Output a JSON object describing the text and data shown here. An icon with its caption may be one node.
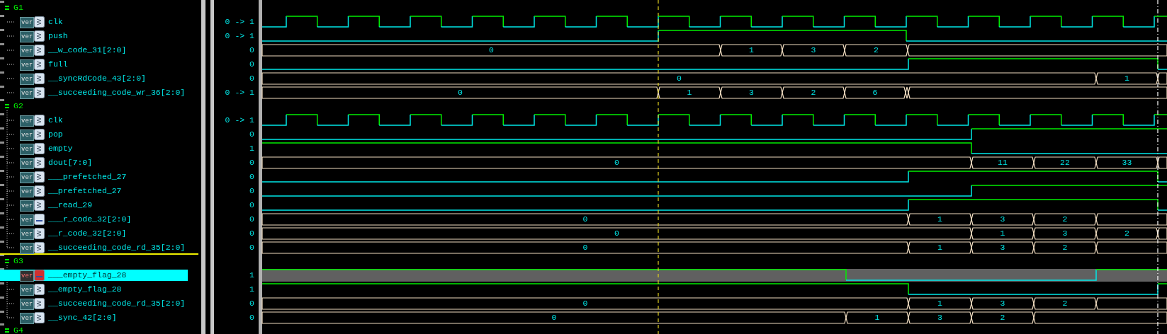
{
  "diagram": {
    "labels": [
      "G1",
      "ver",
      "clk",
      "0 -> 1",
      "ver",
      "push",
      "0 -> 1",
      "ver",
      "__w_code_31[2:0]",
      "0",
      "0",
      "1",
      "3",
      "2",
      "ver",
      "full",
      "0",
      "ver",
      "__syncRdCode_43[2:0]",
      "0",
      "0",
      "1",
      "ver",
      "__succeeding_code_wr_36[2:0]",
      "0 -> 1",
      "0",
      "1",
      "3",
      "2",
      "6",
      "G2",
      "ver",
      "clk",
      "0 -> 1",
      "ver",
      "pop",
      "0",
      "ver",
      "empty",
      "1",
      "ver",
      "dout[7:0]",
      "0",
      "0",
      "11",
      "22",
      "33",
      "ver",
      "___prefetched_27",
      "0",
      "ver",
      "__prefetched_27",
      "0",
      "ver",
      "__read_29",
      "0",
      "ver",
      "___r_code_32[2:0]",
      "0",
      "0",
      "1",
      "3",
      "2",
      "ver",
      "__r_code_32[2:0]",
      "0",
      "0",
      "1",
      "3",
      "2",
      "ver",
      "__succeeding_code_rd_35[2:0]",
      "0",
      "0",
      "1",
      "3",
      "2",
      "G3",
      "ver",
      "___empty_flag_28",
      "1",
      "ver",
      "__empty_flag_28",
      "1",
      "ver",
      "__succeeding_code_rd_35[2:0]",
      "0",
      "0",
      "1",
      "3",
      "2",
      "ver",
      "__sync_42[2:0]",
      "0",
      "0",
      "1",
      "3",
      "2",
      "G4"
    ]
  }
}
